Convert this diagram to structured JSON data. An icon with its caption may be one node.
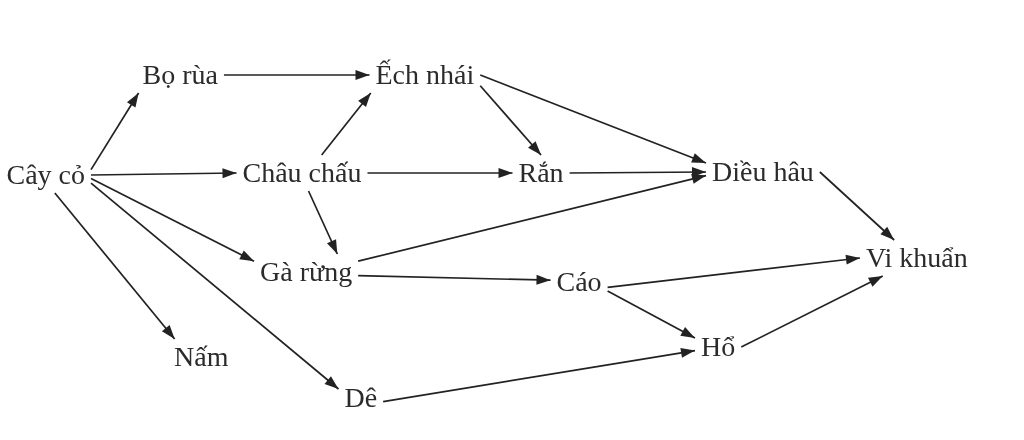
{
  "diagram": {
    "nodes": [
      {
        "text": [
          "Bọ rùa"
        ]
      },
      {
        "text": [
          "Ếch nhái"
        ]
      },
      {
        "text": [
          "Cây cỏ"
        ]
      },
      {
        "text": [
          "Châu chấu"
        ]
      },
      {
        "text": [
          "Rắn"
        ]
      },
      {
        "text": [
          "Diều hâu"
        ]
      },
      {
        "text": [
          "Vi khuẩn"
        ]
      },
      {
        "text": [
          "Gà rừng"
        ]
      },
      {
        "text": [
          "Cáo"
        ]
      },
      {
        "text": [
          "Hổ"
        ]
      },
      {
        "text": [
          "Nấm"
        ]
      },
      {
        "text": [
          "Dê"
        ]
      }
    ],
    "edges": [
      {
        "from": 2,
        "to": 0,
        "arrow": "to"
      },
      {
        "from": 2,
        "to": 3,
        "arrow": "to"
      },
      {
        "from": 2,
        "to": 7,
        "arrow": "to"
      },
      {
        "from": 2,
        "to": 10,
        "arrow": "to"
      },
      {
        "from": 2,
        "to": 11,
        "arrow": "to"
      },
      {
        "from": 0,
        "to": 1,
        "arrow": "to"
      },
      {
        "from": 3,
        "to": 1,
        "arrow": "to"
      },
      {
        "from": 3,
        "to": 4,
        "arrow": "to"
      },
      {
        "from": 3,
        "to": 7,
        "arrow": "to"
      },
      {
        "from": 1,
        "to": 4,
        "arrow": "to"
      },
      {
        "from": 1,
        "to": 5,
        "arrow": "to"
      },
      {
        "from": 4,
        "to": 5,
        "arrow": "to"
      },
      {
        "from": 7,
        "to": 5,
        "arrow": "to"
      },
      {
        "from": 7,
        "to": 8,
        "arrow": "to"
      },
      {
        "from": 5,
        "to": 6,
        "arrow": "to"
      },
      {
        "from": 8,
        "to": 6,
        "arrow": "to"
      },
      {
        "from": 8,
        "to": 9,
        "arrow": "to"
      },
      {
        "from": 11,
        "to": 9,
        "arrow": "to"
      },
      {
        "from": 9,
        "to": 6,
        "arrow": "to"
      }
    ]
  }
}
